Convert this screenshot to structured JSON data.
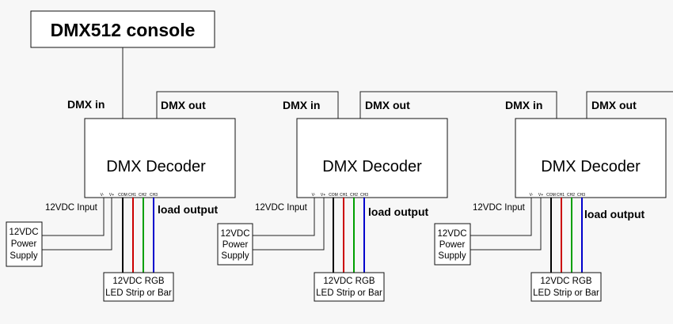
{
  "console": {
    "title": "DMX512 console"
  },
  "labels": {
    "dmx_in": "DMX  in",
    "dmx_out": "DMX out",
    "decoder": "DMX Decoder",
    "power_input": "12VDC Input",
    "load_output": "load output",
    "power_supply": [
      "12VDC",
      "Power",
      "Supply"
    ],
    "led": [
      "12VDC RGB",
      "LED Strip or Bar"
    ]
  },
  "pins": [
    "V-",
    "V+",
    "COM",
    "CH1",
    "CH2",
    "CH3"
  ],
  "decoders": [
    {
      "id": "decoder-1"
    },
    {
      "id": "decoder-2"
    },
    {
      "id": "decoder-3"
    }
  ],
  "colors": {
    "com_wire": "#000000",
    "ch1_wire": "#cc0000",
    "ch2_wire": "#00a000",
    "ch3_wire": "#0000cc"
  }
}
